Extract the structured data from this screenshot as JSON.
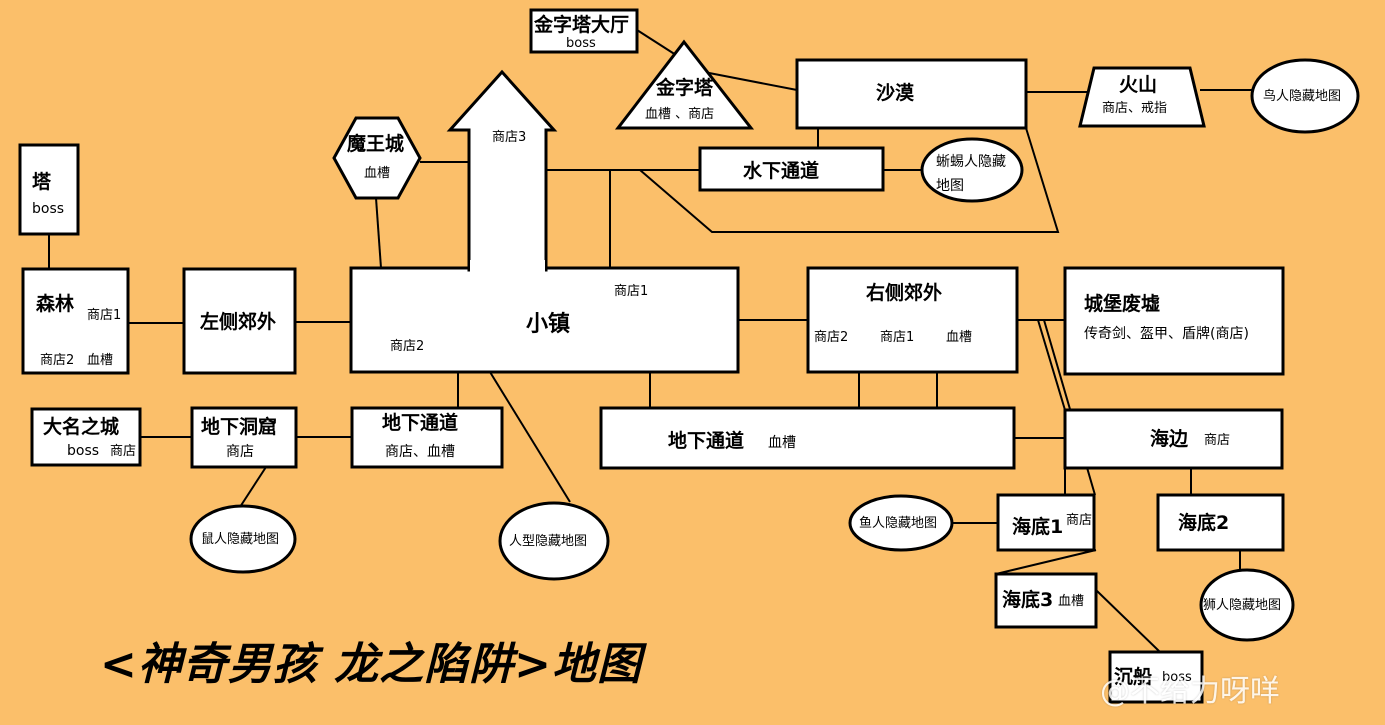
{
  "nodes": {
    "tower": {
      "name": "塔",
      "sub": "boss"
    },
    "forest": {
      "name": "森林",
      "shop1": "商店1",
      "shop2": "商店2",
      "potion": "血槽"
    },
    "left_outskirts": {
      "name": "左侧郊外"
    },
    "demon_castle": {
      "name": "魔王城",
      "sub": "血槽"
    },
    "town": {
      "name": "小镇",
      "shop1": "商店1",
      "shop2": "商店2",
      "shop3": "商店3"
    },
    "pyramid_hall": {
      "name": "金字塔大厅",
      "sub": "boss"
    },
    "pyramid": {
      "name": "金字塔",
      "sub": "血槽 、商店"
    },
    "desert": {
      "name": "沙漠"
    },
    "underwater_passage": {
      "name": "水下通道"
    },
    "lizard_map": {
      "name": "蜥蜴人隐藏地图"
    },
    "volcano": {
      "name": "火山",
      "sub": "商店、戒指"
    },
    "birdman_map": {
      "name": "鸟人隐藏地图"
    },
    "right_outskirts": {
      "name": "右侧郊外",
      "shop2": "商店2",
      "shop1": "商店1",
      "potion": "血槽"
    },
    "castle_ruins": {
      "name": "城堡废墟",
      "sub": "传奇剑、盔甲、盾牌(商店)"
    },
    "daimyo_city": {
      "name": "大名之城",
      "sub1": "boss",
      "sub2": "商店"
    },
    "cave": {
      "name": "地下洞窟",
      "sub": "商店"
    },
    "underground_small": {
      "name": "地下通道",
      "sub": "商店、血槽"
    },
    "underground_big": {
      "name": "地下通道",
      "sub": "血槽"
    },
    "seaside": {
      "name": "海边",
      "sub": "商店"
    },
    "mouse_map": {
      "name": "鼠人隐藏地图"
    },
    "human_map": {
      "name": "人型隐藏地图"
    },
    "fish_map": {
      "name": "鱼人隐藏地图"
    },
    "seafloor1": {
      "name": "海底1",
      "sub": "商店"
    },
    "seafloor2": {
      "name": "海底2"
    },
    "seafloor3": {
      "name": "海底3",
      "sub": "血槽"
    },
    "lion_map": {
      "name": "狮人隐藏地图"
    },
    "shipwreck": {
      "name": "沉船",
      "sub": "boss"
    }
  },
  "map_title": "<神奇男孩 龙之陷阱>地图",
  "watermark": "@不给力呀咩",
  "colors": {
    "background": "#FBBF6A",
    "node_fill": "#FFFFFF",
    "stroke": "#000000"
  }
}
